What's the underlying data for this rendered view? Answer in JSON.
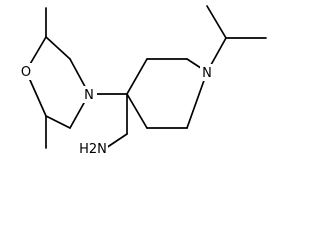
{
  "molecule": {
    "atoms": {
      "oxygen": "O",
      "morpholine_nitrogen": "N",
      "piperidine_nitrogen": "N",
      "amine": "H2N"
    }
  },
  "colors": {
    "bond": "#000000",
    "label": "#000000",
    "background": "#ffffff"
  }
}
